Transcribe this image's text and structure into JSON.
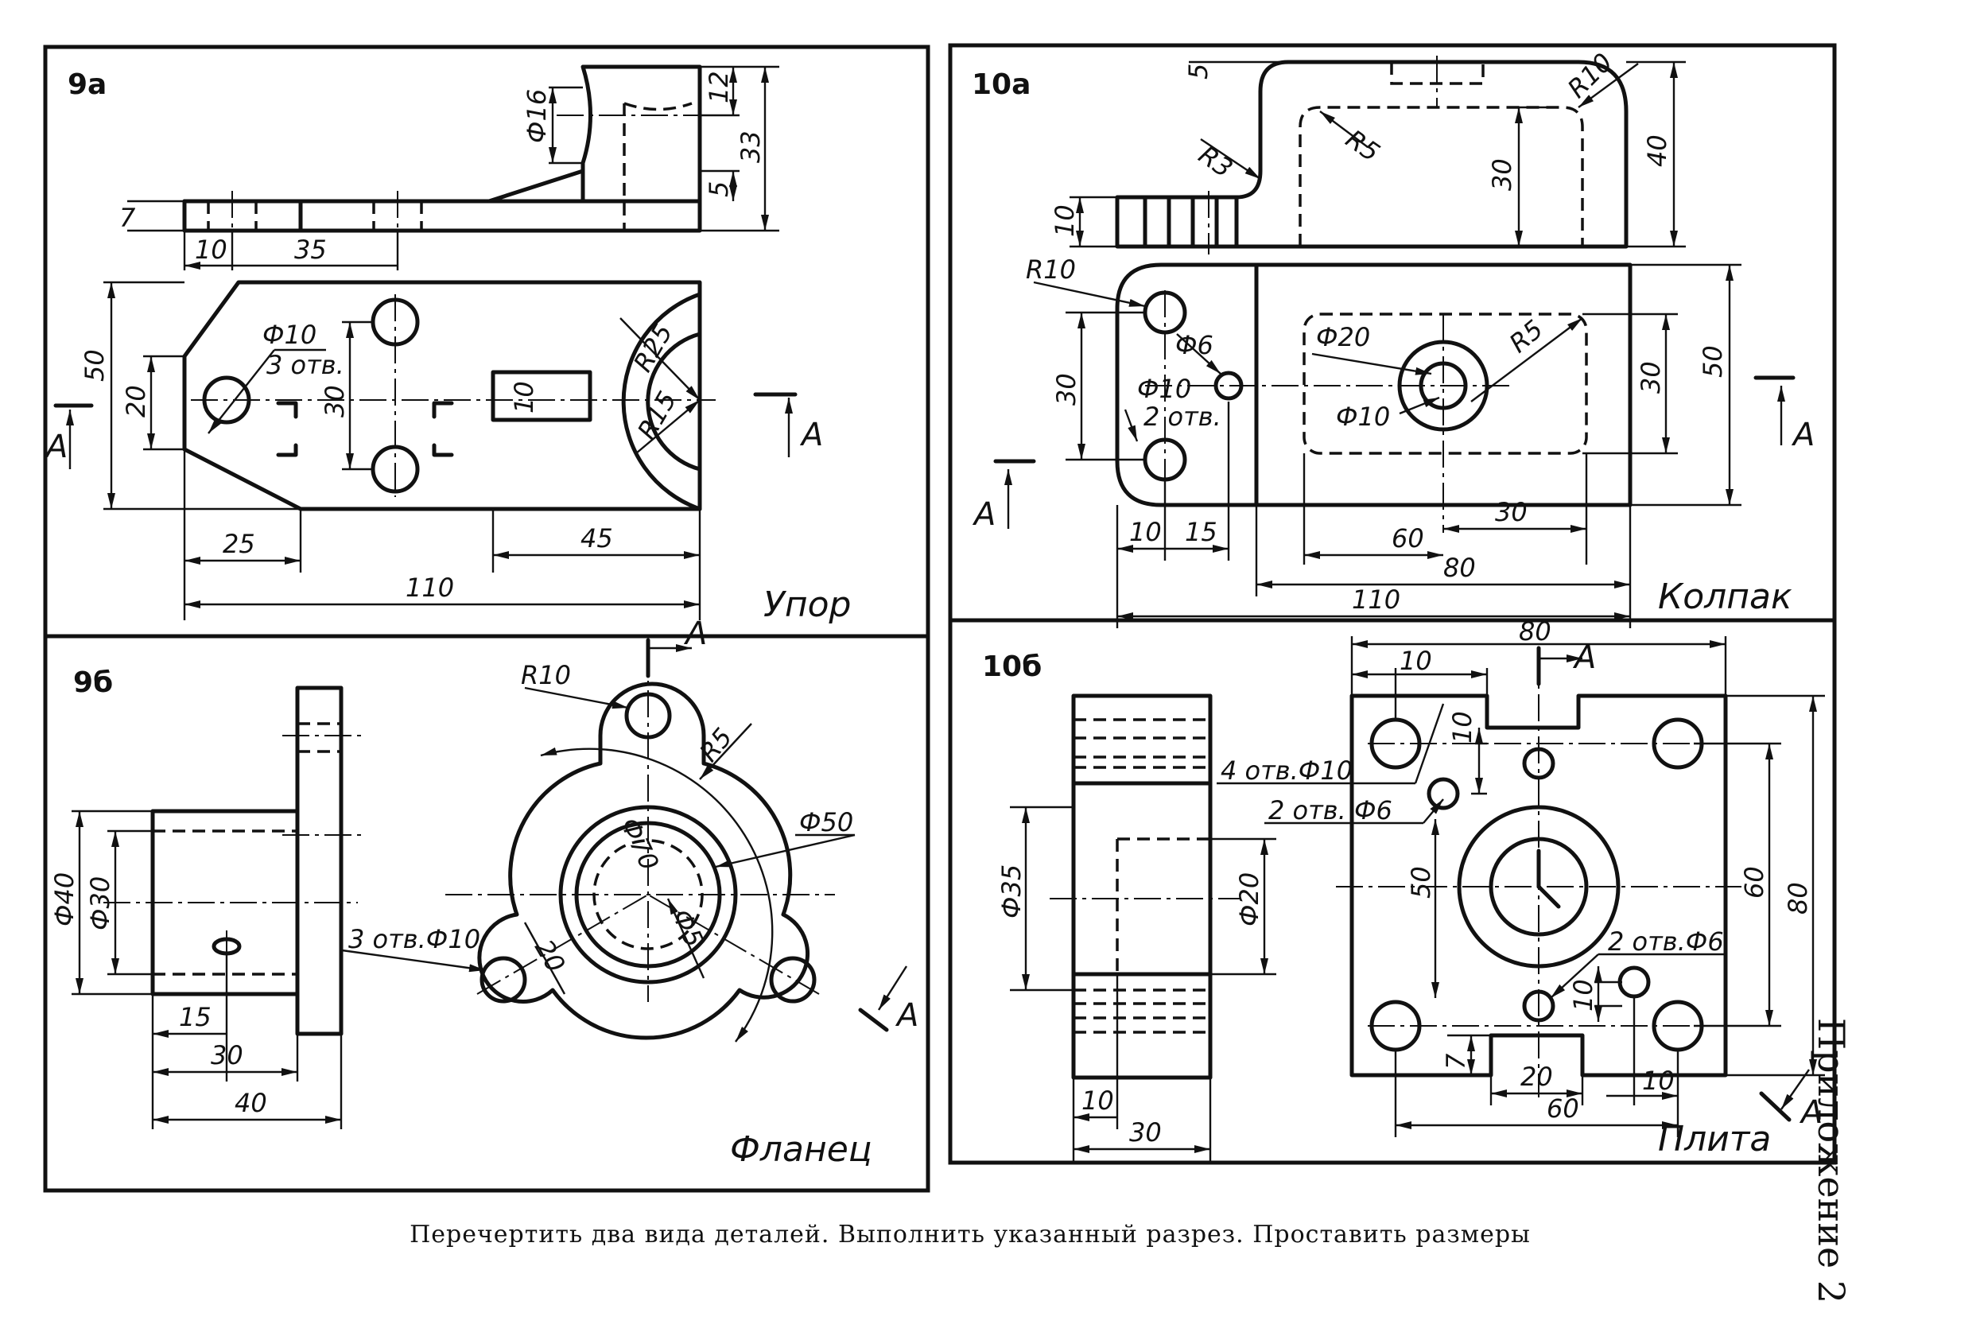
{
  "caption": "Перечертить два вида деталей. Выполнить указанный разрез. Проставить размеры",
  "appendix": "Приложение 2",
  "panels": {
    "p9a": {
      "number": "9а",
      "title": "Упор",
      "section": "А",
      "dims": {
        "d16": "Ф16",
        "d12": "12",
        "d33": "33",
        "d5": "5",
        "d7": "7",
        "d10": "10",
        "d35": "35",
        "d50": "50",
        "d20": "20",
        "dphi10": "Ф10",
        "holes": "3 отв.",
        "d30": "30",
        "r25": "R25",
        "r15": "R15",
        "d10b": "10",
        "d25": "25",
        "d45": "45",
        "d110": "110"
      }
    },
    "p10a": {
      "number": "10а",
      "title": "Колпак",
      "section": "А",
      "dims": {
        "d5": "5",
        "r10t": "R10",
        "r5t": "R5",
        "r3": "R3",
        "d30t": "30",
        "d40": "40",
        "d10l": "10",
        "r10": "R10",
        "phi20": "Ф20",
        "r5": "R5",
        "phi6": "Ф6",
        "phi10a": "Ф10",
        "holes2": "2 отв.",
        "phi10b": "Ф10",
        "d30l": "30",
        "d30r": "30",
        "d50": "50",
        "d10": "10",
        "d15": "15",
        "d60": "60",
        "d30b": "30",
        "d80": "80",
        "d110": "110"
      }
    },
    "p9b": {
      "number": "9б",
      "title": "Фланец",
      "section": "А",
      "dims": {
        "r10": "R10",
        "r5": "R5",
        "phi50": "Ф50",
        "phi70": "Ф70",
        "phi40": "Ф40",
        "phi30": "Ф30",
        "holes": "3 отв.Ф10",
        "d20": "20",
        "phi5": "Ф5",
        "d15": "15",
        "d30": "30",
        "d40": "40"
      }
    },
    "p10b": {
      "number": "10б",
      "title": "Плита",
      "section": "А",
      "dims": {
        "d80t": "80",
        "d10t": "10",
        "holes4": "4 отв.Ф10",
        "d10a": "10",
        "holes2a": "2 отв. Ф6",
        "phi35": "Ф35",
        "phi20": "Ф20",
        "d50": "50",
        "d60r": "60",
        "d80r": "80",
        "holes2b": "2 отв.Ф6",
        "d10b": "10",
        "d7": "7",
        "d20": "20",
        "d10c": "10",
        "d60b": "60",
        "d10l": "10",
        "d30l": "30"
      }
    }
  }
}
